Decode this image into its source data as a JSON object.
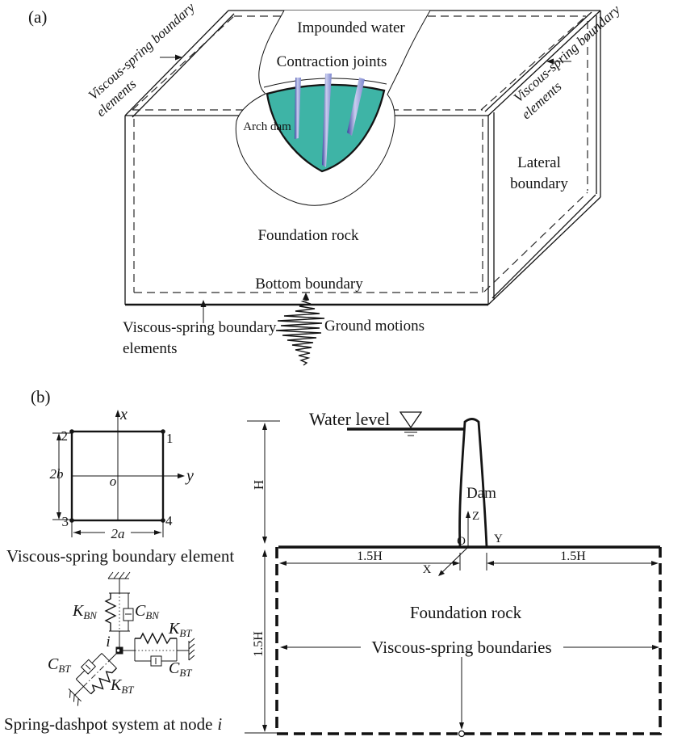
{
  "figure": {
    "panel_a": {
      "tag": "(a)",
      "boundary_elements_label": {
        "line1": "Viscous-spring boundary",
        "line2": "elements"
      },
      "impounded_water": "Impounded water",
      "contraction_joints": "Contraction joints",
      "arch_dam": "Arch dam",
      "lateral_boundary": {
        "line1": "Lateral",
        "line2": "boundary"
      },
      "foundation_rock": "Foundation rock",
      "bottom_boundary": "Bottom boundary",
      "ground_motions": "Ground motions",
      "colors": {
        "dam_fill": "#3eb4a6",
        "joint_dark": "#37409e",
        "joint_light": "#c9cdee",
        "joint_mid": "#7d86cf",
        "line": "#141414"
      }
    },
    "panel_b": {
      "tag": "(b)",
      "boundary_element": {
        "axis_x": "x",
        "axis_y": "y",
        "origin": "o",
        "corner_1": "1",
        "corner_2": "2",
        "corner_3": "3",
        "corner_4": "4",
        "dim_width": "2a",
        "dim_height": "2b",
        "caption": "Viscous-spring boundary element"
      },
      "spring_dashpot": {
        "k_bn": {
          "main": "K",
          "sub": "BN"
        },
        "c_bn": {
          "main": "C",
          "sub": "BN"
        },
        "k_bt_right": {
          "main": "K",
          "sub": "BT"
        },
        "c_bt_right": {
          "main": "C",
          "sub": "BT"
        },
        "c_bt_diag": {
          "main": "C",
          "sub": "BT"
        },
        "k_bt_diag": {
          "main": "K",
          "sub": "BT"
        },
        "node_label": "i",
        "caption": {
          "text": "Spring-dashpot system at node",
          "node": "i"
        }
      },
      "cross_section": {
        "water_level": "Water level",
        "dam": "Dam",
        "height": "H",
        "axis_z": "Z",
        "axis_y": "Y",
        "axis_x": "X",
        "origin": "O",
        "span_left": "1.5H",
        "span_right": "1.5H",
        "depth": "1.5H",
        "foundation_rock": "Foundation rock",
        "boundaries": "Viscous-spring boundaries"
      }
    }
  }
}
